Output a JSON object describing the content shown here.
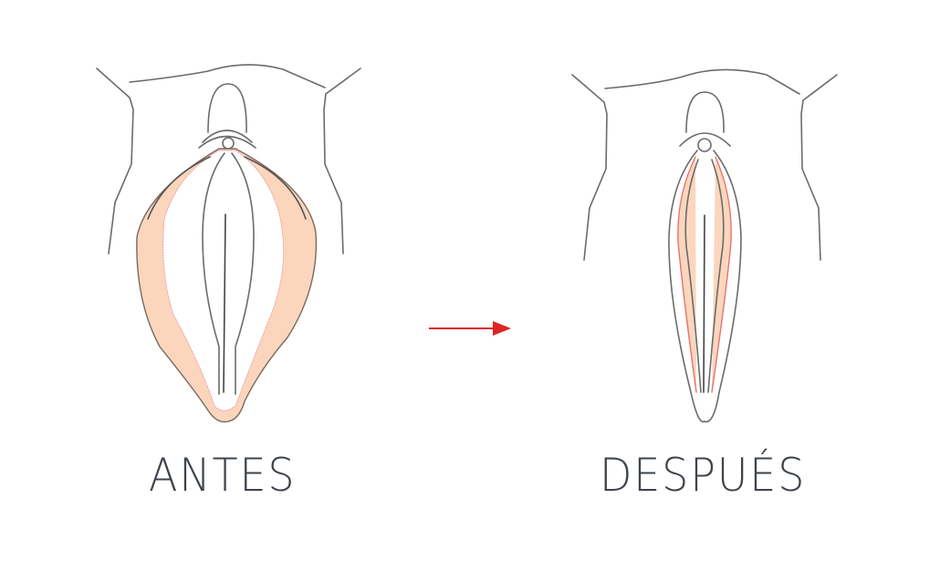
{
  "diagram": {
    "panels": [
      {
        "id": "before",
        "label": "ANTES"
      },
      {
        "id": "after",
        "label": "DESPUÉS"
      }
    ],
    "arrow": {
      "direction": "right",
      "color": "#e02424"
    },
    "colors": {
      "outline": "#6b6b6b",
      "fill_excess": "#fbd6bd",
      "incision_line": "#e8736f",
      "label_text": "#3d434a"
    }
  }
}
